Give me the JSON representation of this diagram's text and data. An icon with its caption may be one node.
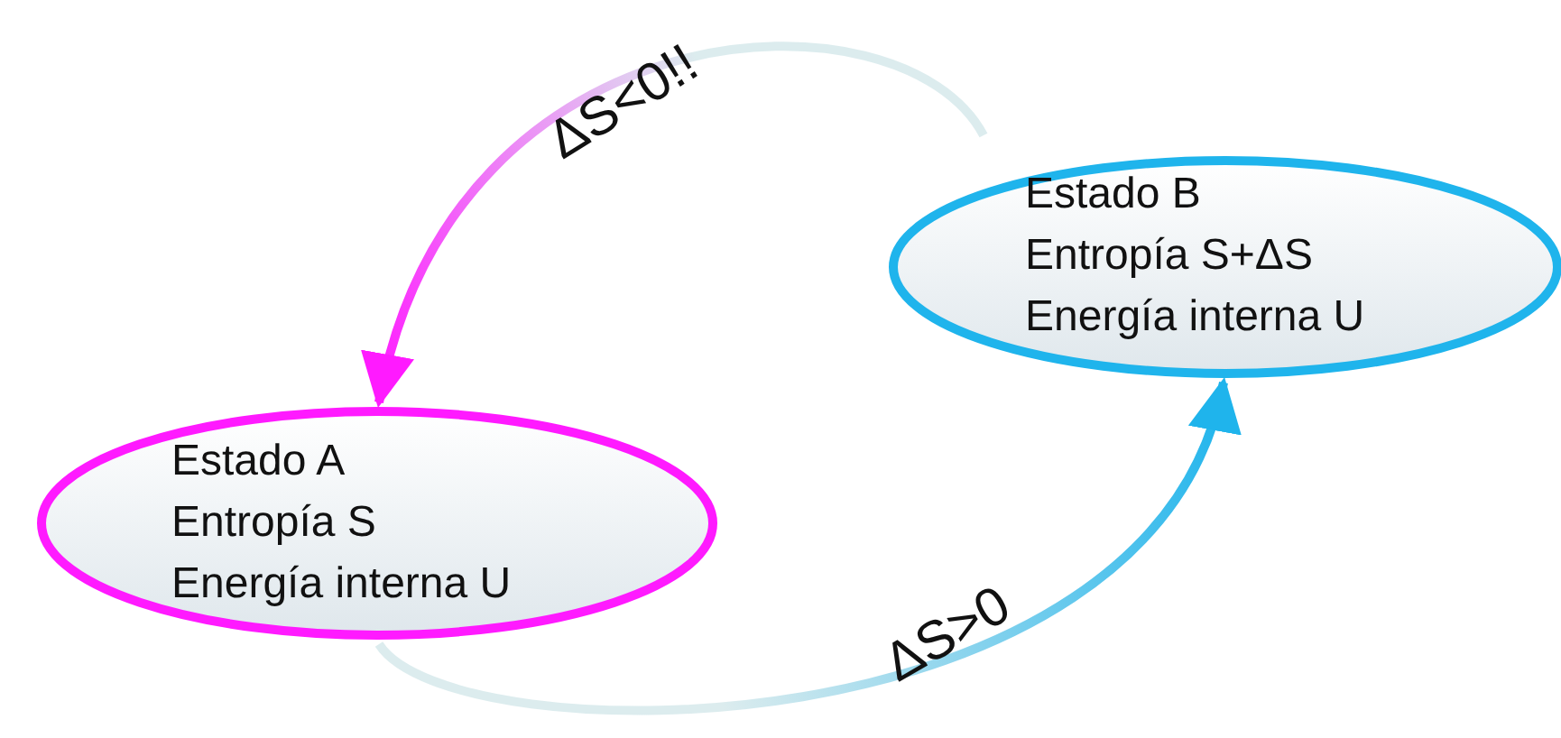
{
  "diagram": {
    "nodes": [
      {
        "text": [
          "Estado A",
          "Entropía S",
          "Energía interna U"
        ]
      },
      {
        "text": [
          "Estado B",
          "Entropía S+ΔS",
          "Energía interna U"
        ]
      }
    ],
    "edges": [
      {
        "from": 1,
        "to": 0,
        "arrow": "to",
        "label": "ΔS<0!!",
        "color": "#ff1aff"
      },
      {
        "from": 0,
        "to": 1,
        "arrow": "to",
        "label": "ΔS>0",
        "color": "#1fb4ec"
      }
    ]
  }
}
